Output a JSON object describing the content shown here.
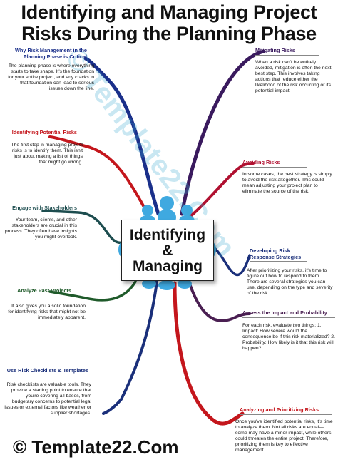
{
  "title": {
    "line1": "Identifying and Managing Project",
    "line2": "Risks During the Planning Phase"
  },
  "watermark": "© Template22.Com",
  "center": {
    "line1": "Identifying",
    "line2": "&",
    "line3": "Managing"
  },
  "colors": {
    "blue": "#1a2f8a",
    "red": "#c4161c",
    "purple": "#3a1a5e",
    "teal": "#1d4d4f",
    "green": "#1f5a2a",
    "navy": "#1a2f7a",
    "crimson": "#b01030",
    "darkred": "#7a1522",
    "plum": "#4a1f52",
    "maroon": "#5a0f20",
    "figure": "#3fa9e0"
  },
  "left_topics": [
    {
      "heading": "Why Risk Management in the Planning Phase is Critical",
      "body": "The planning phase is where everything starts to take shape. It's the foundation for your entire project, and any cracks in that foundation can lead to serious issues down the line."
    },
    {
      "heading": "Identifying Potential Risks",
      "body": "The first step in managing project risks is to identify them. This isn't just about making a list of things that might go wrong."
    },
    {
      "heading": "Engage with Stakeholders",
      "body": "Your team, clients, and other stakeholders are crucial in this process. They often have insights you might overlook."
    },
    {
      "heading": "Analyze Past Projects",
      "body": "It also gives you a solid foundation for identifying risks that might not be immediately apparent."
    },
    {
      "heading": "Use Risk Checklists & Templates",
      "body": "Risk checklists are valuable tools. They provide a starting point to ensure that you're covering all bases, from budgetary concerns to potential legal issues or external factors like weather or supplier shortages."
    }
  ],
  "right_topics": [
    {
      "heading": "Mitigating Risks",
      "body": "When a risk can't be entirely avoided, mitigation is often the next best step. This involves taking actions that reduce either the likelihood of the risk occurring or its potential impact."
    },
    {
      "heading": "Avoiding Risks",
      "body": "In some cases, the best strategy is simply to avoid the risk altogether. This could mean adjusting your project plan to eliminate the source of the risk."
    },
    {
      "heading": "Developing Risk Response Strategies",
      "body": "After prioritizing your risks, it's time to figure out how to respond to them. There are several strategies you can use, depending on the type and severity of the risk."
    },
    {
      "heading": "Assess the Impact and Probability",
      "body": "For each risk, evaluate two things: 1. Impact: How severe would the consequence be if this risk materialized? 2. Probability: How likely is it that this risk will happen?"
    },
    {
      "heading": "Analyzing and Prioritizing Risks",
      "body": "Once you've identified potential risks, it's time to analyze them. Not all risks are equal—some may have a minor impact, while others could threaten the entire project. Therefore, prioritizing them is key to effective management."
    }
  ],
  "footer": "© Template22.Com"
}
